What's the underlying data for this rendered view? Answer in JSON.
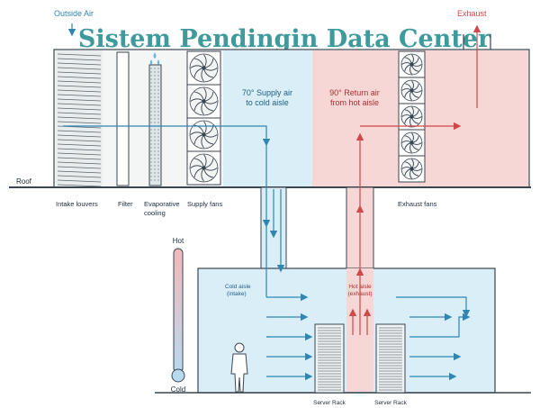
{
  "title": "Sistem Pendingin Data Center",
  "labels": {
    "outside_air": "Outside Air",
    "exhaust": "Exhaust",
    "roof": "Roof",
    "intake_louvers": "Intake louvers",
    "filter": "Filter",
    "evaporative_cooling_1": "Evaporative",
    "evaporative_cooling_2": "cooling",
    "supply_fans": "Supply fans",
    "exhaust_fans": "Exhaust fans",
    "supply_air_1": "70° Supply air",
    "supply_air_2": "to cold aisle",
    "return_air_1": "90° Return air",
    "return_air_2": "from hot aisle",
    "hot": "Hot",
    "cold": "Cold",
    "cold_aisle_1": "Cold aisle",
    "cold_aisle_2": "(intake)",
    "hot_aisle_1": "Hot aisle",
    "hot_aisle_2": "(exhaust)",
    "server_rack_left": "Server Rack",
    "server_rack_right": "Server Rack"
  },
  "colors": {
    "cold": "#d9eef7",
    "cold_arrow": "#2f86b3",
    "hot": "#f7d6d6",
    "hot_arrow": "#d04848",
    "title": "#3f9a9c",
    "line": "#3a4550"
  }
}
